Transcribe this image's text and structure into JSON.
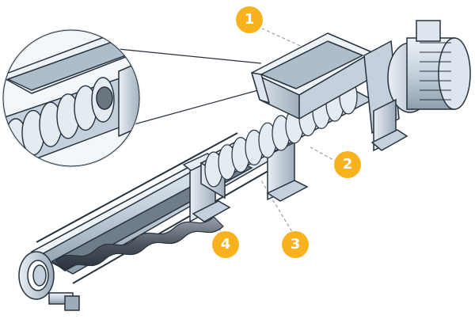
{
  "callouts": [
    {
      "label": "1",
      "part": "feed-hopper"
    },
    {
      "label": "2",
      "part": "auger-screw"
    },
    {
      "label": "3",
      "part": "rotor-stator"
    },
    {
      "label": "4",
      "part": "support-foot"
    }
  ],
  "colors": {
    "badge": "#f7b21e",
    "steel_light": "#dde6ee",
    "steel_mid": "#b8c6d3",
    "steel_dark": "#8796a6",
    "outline": "#26323d",
    "rotor": "#6c7680",
    "leader": "#8a9198"
  }
}
